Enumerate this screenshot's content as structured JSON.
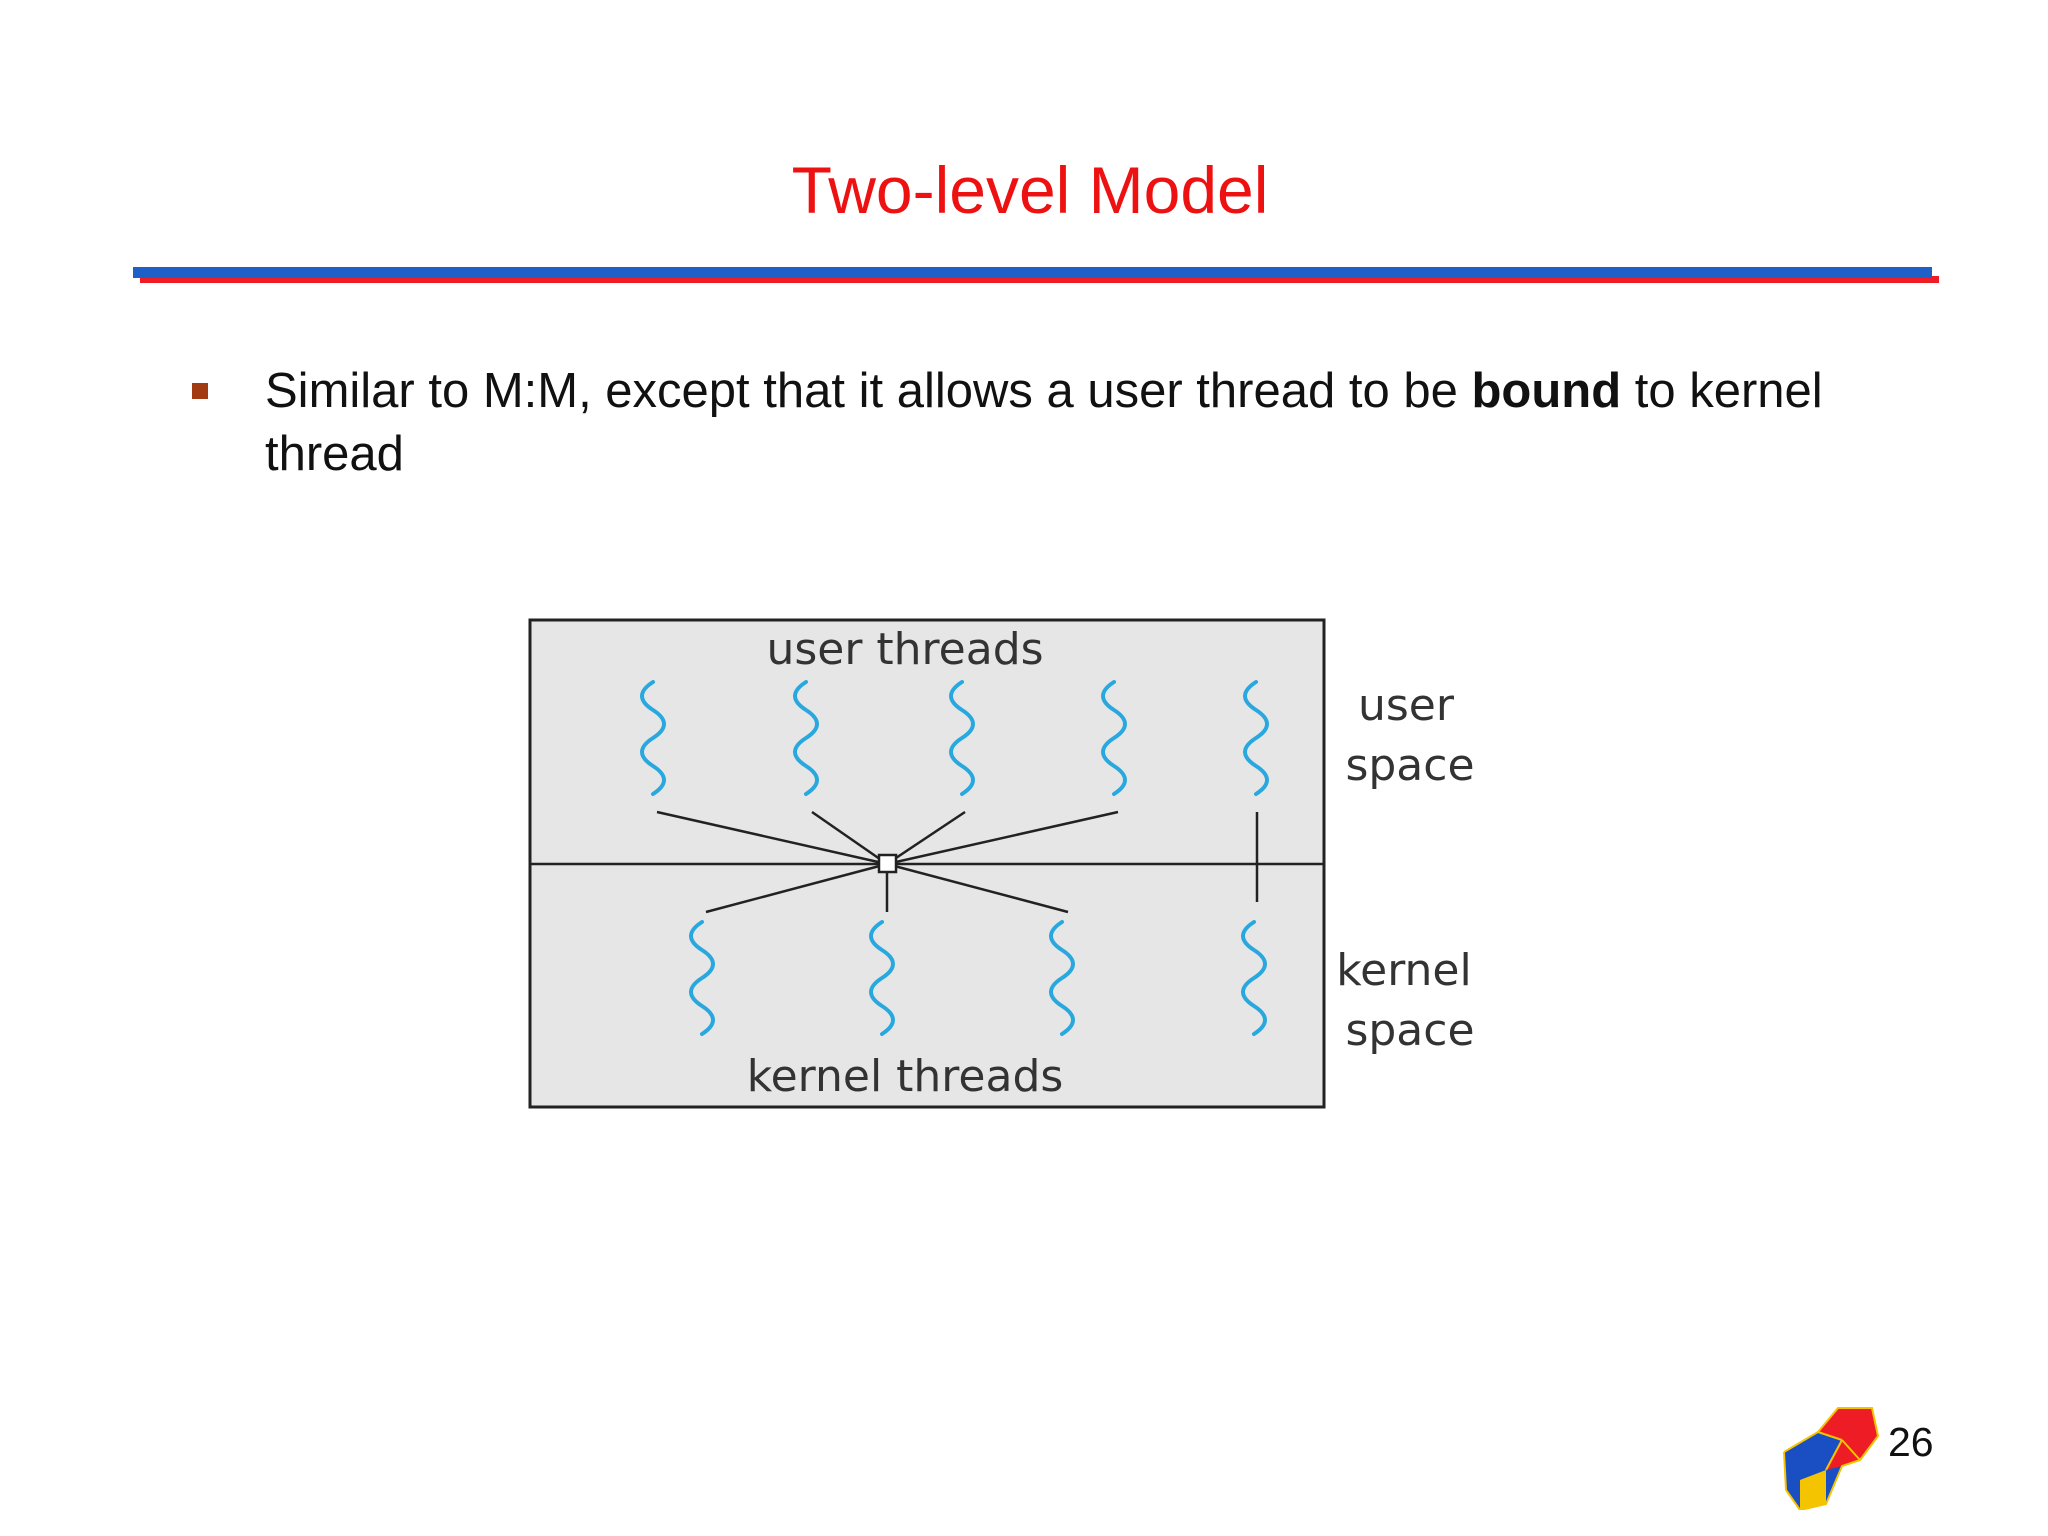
{
  "slide": {
    "title": "Two-level Model",
    "page_number": "26"
  },
  "bullet": {
    "text_before": "Similar to M:M, except that it allows a user thread to be ",
    "bold_word": "bound",
    "text_after": " to kernel thread"
  },
  "diagram": {
    "top_label": "user threads",
    "bottom_label": "kernel threads",
    "side_label_user_line1": "user",
    "side_label_user_line2": "space",
    "side_label_kernel_line1": "kernel",
    "side_label_kernel_line2": "space",
    "user_thread_count": 5,
    "kernel_thread_count": 4,
    "multiplexed_user_threads": 4,
    "multiplexed_kernel_threads": 3,
    "bound_pairs": 1
  },
  "colors": {
    "title": "#ee1111",
    "rule_blue": "#1f5fc8",
    "rule_red": "#ee1c25",
    "bullet_marker": "#a23a12",
    "thread_squiggle": "#29a8df",
    "diagram_fill": "#e6e6e6"
  },
  "icons": {
    "logo": "arrow-logo-icon"
  }
}
